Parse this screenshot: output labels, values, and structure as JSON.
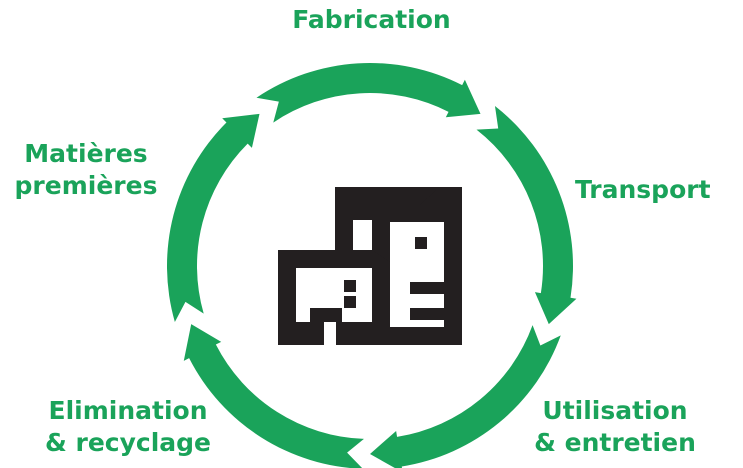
{
  "stages": {
    "top": "Fabrication",
    "right": "Transport",
    "left_line1": "Matières",
    "left_line2": "premières",
    "bottom_left_line1": "Elimination",
    "bottom_left_line2": "& recyclage",
    "bottom_right_line1": "Utilisation",
    "bottom_right_line2": "& entretien"
  },
  "colors": {
    "ring": "#1aa35a",
    "icon": "#231f20"
  },
  "icon": "buildings-icon"
}
